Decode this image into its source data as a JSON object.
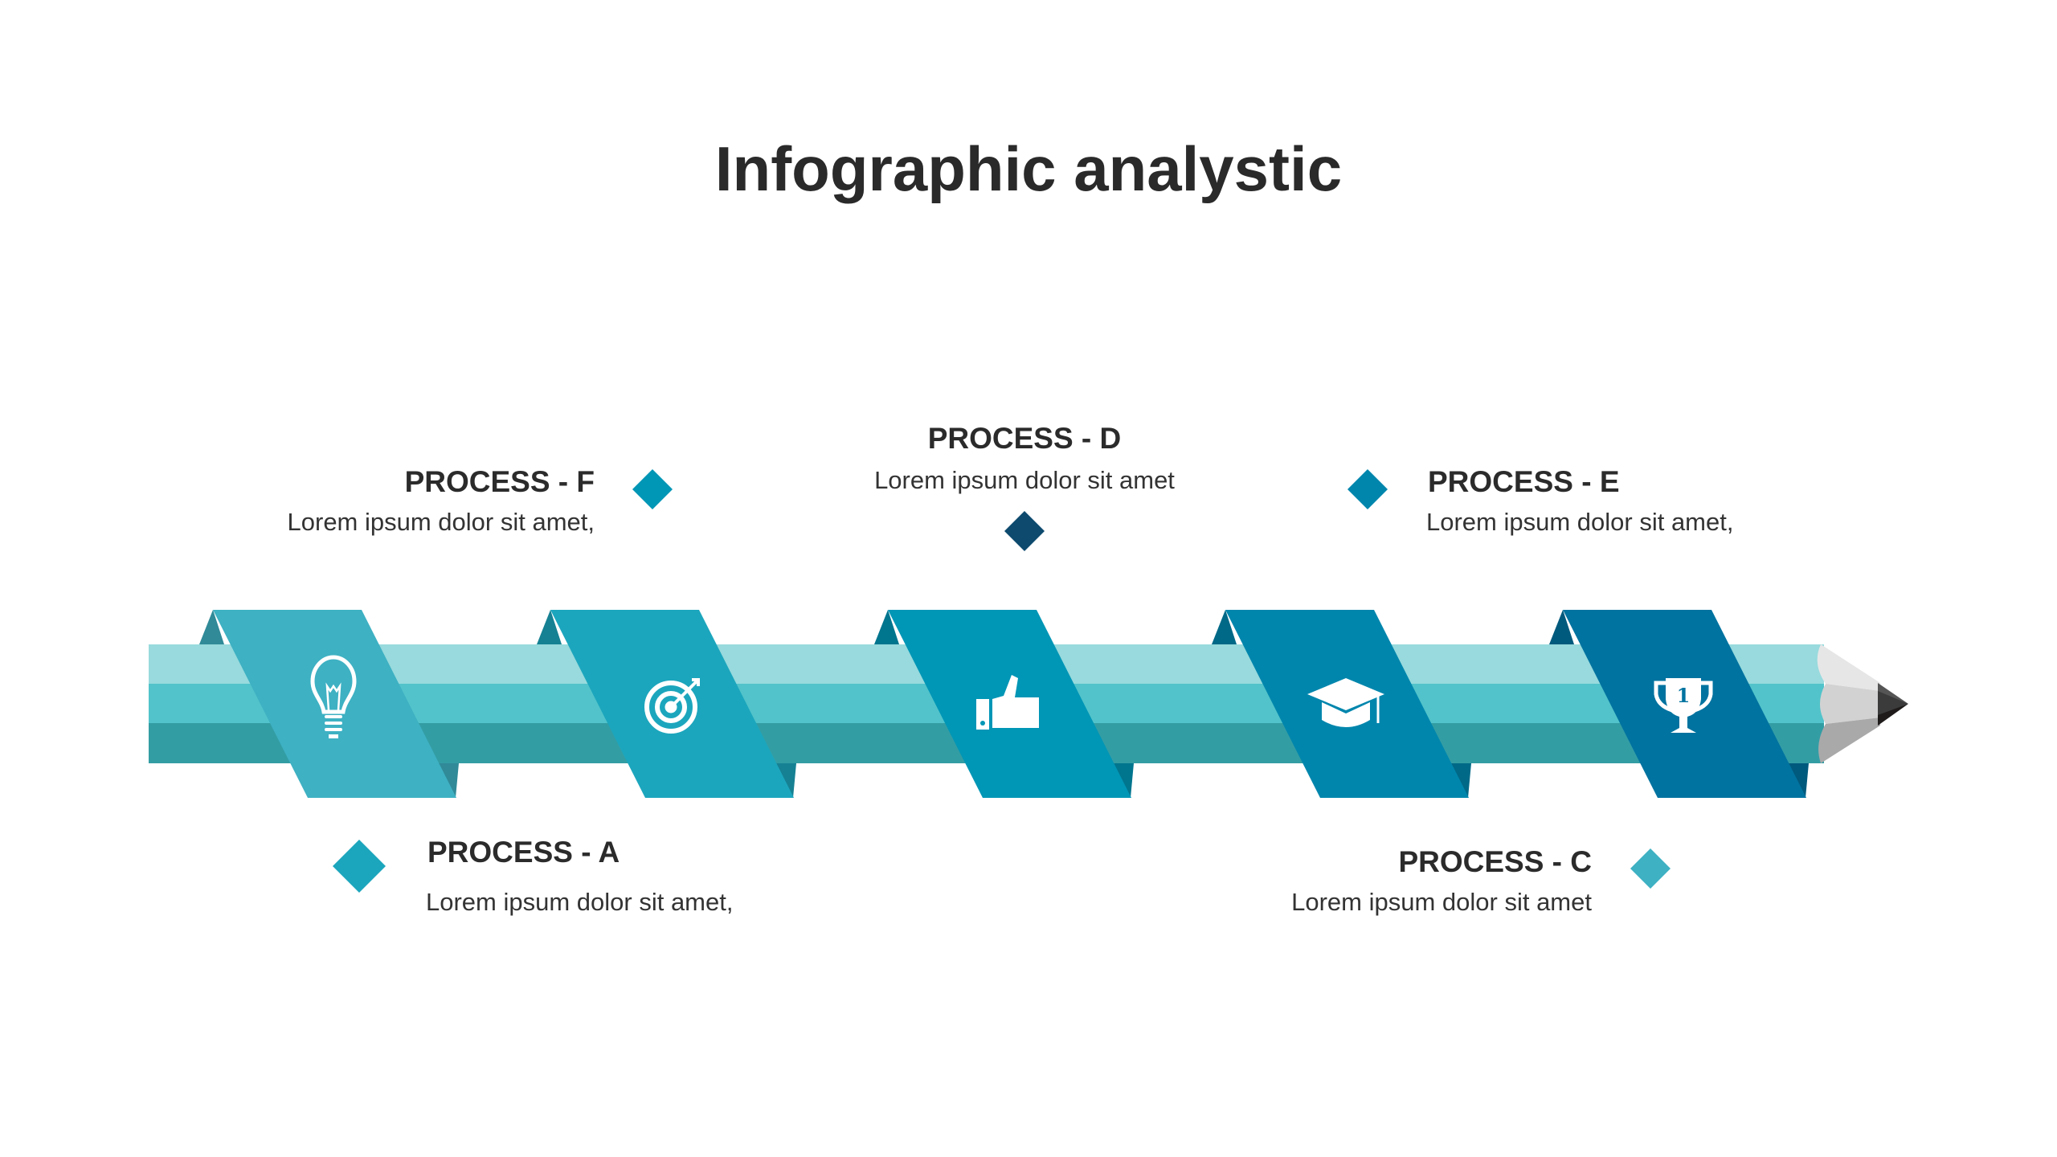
{
  "title": "Infographic analystic",
  "processes": [
    {
      "id": "A",
      "heading": "PROCESS - A",
      "text": "Lorem ipsum dolor sit amet,",
      "color": "#1ca6bd",
      "icon": "lightbulb-icon"
    },
    {
      "id": "F",
      "heading": "PROCESS - F",
      "text": "Lorem ipsum dolor sit amet,",
      "color": "#0096b6",
      "icon": "target-icon"
    },
    {
      "id": "D",
      "heading": "PROCESS - D",
      "text": "Lorem ipsum dolor sit amet",
      "color": "#0d4a6e",
      "icon": "thumbs-up-icon"
    },
    {
      "id": "E",
      "heading": "PROCESS - E",
      "text": "Lorem ipsum dolor sit amet,",
      "color": "#0086ad",
      "icon": "graduation-cap-icon"
    },
    {
      "id": "C",
      "heading": "PROCESS - C",
      "text": "Lorem ipsum dolor sit amet",
      "color": "#3eb1c3",
      "icon": "trophy-icon"
    }
  ],
  "trophy_number": "1",
  "band_colors": [
    "#3eb1c3",
    "#1ca6bd",
    "#0096b6",
    "#0086ad",
    "#0073a0"
  ],
  "pencil_colors": [
    "#98dadd",
    "#52c3ca",
    "#339da4"
  ]
}
